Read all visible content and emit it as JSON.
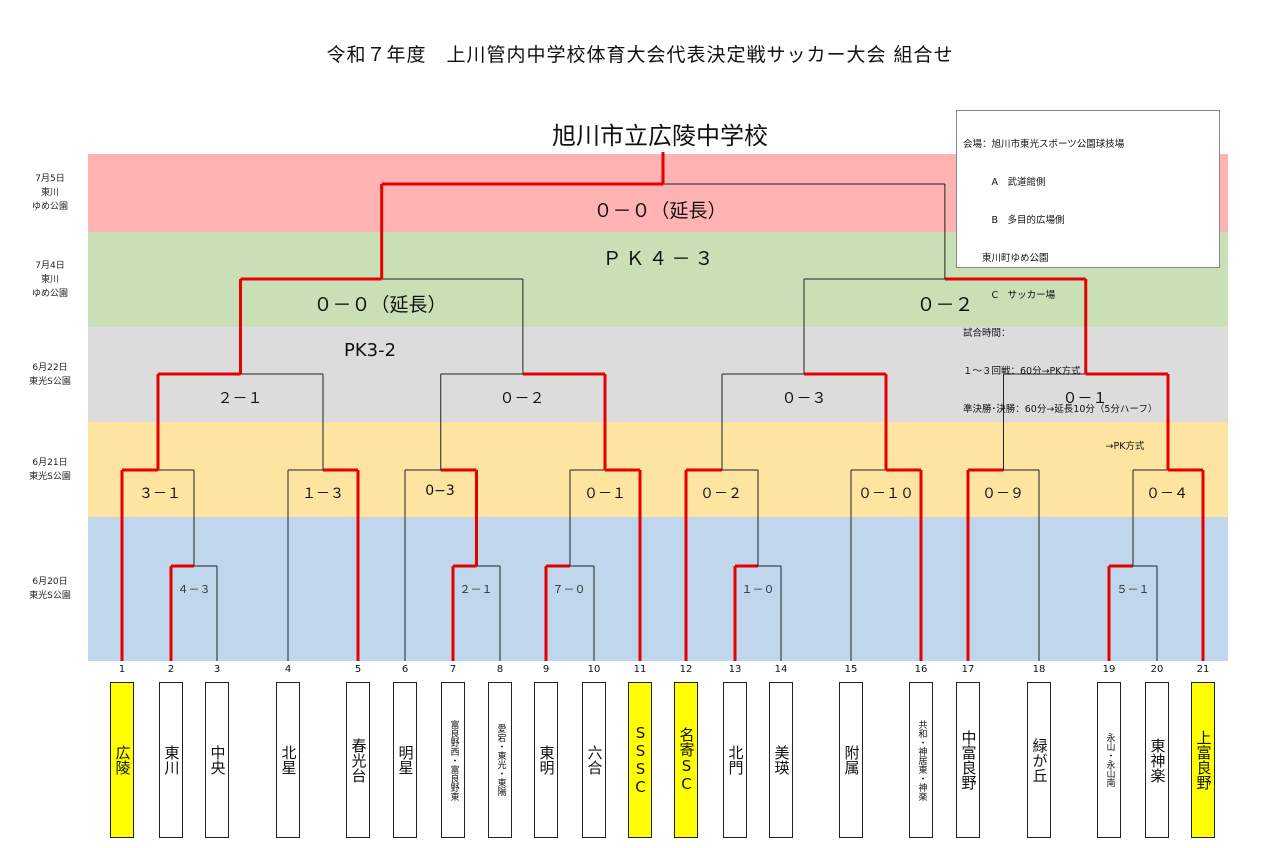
{
  "title": "令和７年度　上川管内中学校体育大会代表決定戦サッカー大会 組合せ",
  "champion": "旭川市立広陵中学校",
  "info_box": [
    "会場：旭川市東光スポーツ公園球技場",
    "　　　A　武道館側",
    "　　　B　多目的広場側",
    "　　東川町ゆめ公園",
    "　　　C　サッカー場",
    "試合時間：",
    "１～３回戦：60分→PK方式",
    "準決勝･決勝：60分→延長10分（5分ハーフ）",
    "　　　　　　　　　　　　　　　→PK方式"
  ],
  "days": [
    {
      "text": "7月5日\n東川\nゆめ公園",
      "color": "#ffb3b3"
    },
    {
      "text": "7月4日\n東川\nゆめ公園",
      "color": "#c9dfb5"
    },
    {
      "text": "6月22日\n東光S公園",
      "color": "#dcdcdc"
    },
    {
      "text": "6月21日\n東光S公園",
      "color": "#fde4a0"
    },
    {
      "text": "6月20日\n東光S公園",
      "color": "#bfd6ec"
    }
  ],
  "scores": {
    "final": "０－０（延長）",
    "final_pk": "ＰＫ４－３",
    "semi_left": "０－０（延長）",
    "semi_left_pk": "PK3-2",
    "semi_right": "０－２",
    "qf": [
      "２－１",
      "０－２",
      "０－３",
      "０－１"
    ],
    "r2": [
      "３－１",
      "１－３",
      "0−3",
      "０－１",
      "０－２",
      "０－１０",
      "０－９",
      "０－４"
    ],
    "r1": [
      "４－３",
      "２－１",
      "７－０",
      "１－０",
      "５－１"
    ]
  },
  "teams": [
    {
      "num": "1",
      "name": "広陵",
      "winner": true
    },
    {
      "num": "2",
      "name": "東川",
      "winner": false
    },
    {
      "num": "3",
      "name": "中央",
      "winner": false
    },
    {
      "num": "4",
      "name": "北星",
      "winner": false
    },
    {
      "num": "5",
      "name": "春光台",
      "winner": false
    },
    {
      "num": "6",
      "name": "明星",
      "winner": false
    },
    {
      "num": "7",
      "name": "富良野西・富良野東",
      "winner": false
    },
    {
      "num": "8",
      "name": "愛宕・東光・東陽",
      "winner": false
    },
    {
      "num": "9",
      "name": "東明",
      "winner": false
    },
    {
      "num": "10",
      "name": "六合",
      "winner": false
    },
    {
      "num": "11",
      "name": "SSSC",
      "winner": true
    },
    {
      "num": "12",
      "name": "名寄SC",
      "winner": true
    },
    {
      "num": "13",
      "name": "北門",
      "winner": false
    },
    {
      "num": "14",
      "name": "美瑛",
      "winner": false
    },
    {
      "num": "15",
      "name": "附属",
      "winner": false
    },
    {
      "num": "16",
      "name": "共和・神居東・神楽",
      "winner": false
    },
    {
      "num": "17",
      "name": "中富良野",
      "winner": false
    },
    {
      "num": "18",
      "name": "緑が丘",
      "winner": false
    },
    {
      "num": "19",
      "name": "永山・永山南",
      "winner": false
    },
    {
      "num": "20",
      "name": "東神楽",
      "winner": false
    },
    {
      "num": "21",
      "name": "上富良野",
      "winner": true
    }
  ],
  "colors": {
    "win_line": "#e60000",
    "line": "#222222",
    "highlight": "#ffff00"
  }
}
